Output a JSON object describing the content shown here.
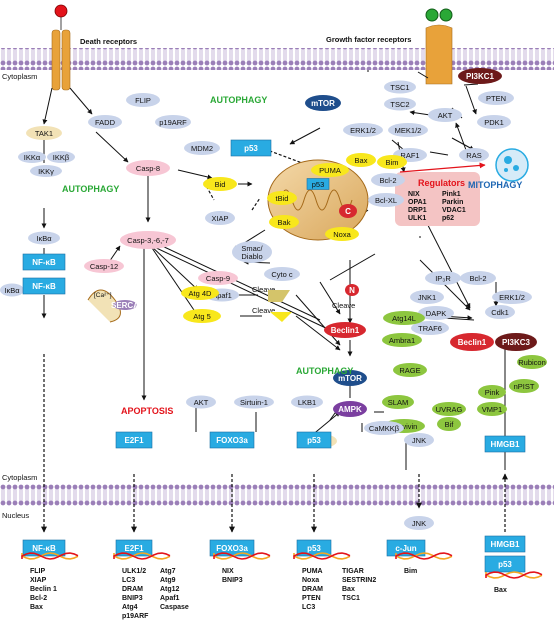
{
  "labels": {
    "death_receptors": "Death receptors",
    "growth_factor_receptors": "Growth factor receptors",
    "cytoplasm": "Cytoplasm",
    "nucleus": "Nucleus",
    "autophagy": "AUTOPHAGY",
    "apoptosis": "APOPTOSIS",
    "mitophagy": "MITOPHAGY",
    "regulators": "Regulators",
    "cleave": "Cleave",
    "ca": "[Ca²⁺]"
  },
  "nodes": {
    "flip": "FLIP",
    "fadd": "FADD",
    "tak1": "TAK1",
    "ikka": "IKKα",
    "ikkb": "IKKβ",
    "ikkg": "IKKγ",
    "ikba": "IκBα",
    "ikba2": "IκBα",
    "nfkb": "NF-κB",
    "nfkb2": "NF-κB",
    "nfkb3": "NF-κB",
    "casp12": "Casp-12",
    "casp8": "Casp-8",
    "bid": "Bid",
    "casp367": "Casp-3,-6,-7",
    "xiap": "XIAP",
    "casp9": "Casp-9",
    "apaf1": "Apaf1",
    "smac": "Smac/\nDiablo",
    "cytoc": "Cyto c",
    "p19arf": "p19ARF",
    "mdm2": "MDM2",
    "p53": "p53",
    "p53m": "p53",
    "mtor": "mTOR",
    "mtor2": "mTOR",
    "tsc1": "TSC1",
    "tsc2": "TSC2",
    "akt": "AKT",
    "pten": "PTEN",
    "pi3kc1": "PI3KC1",
    "pdk1": "PDK1",
    "erk12": "ERK1/2",
    "mek12": "MEK1/2",
    "raf1": "RAF1",
    "ras": "RAS",
    "puma": "PUMA",
    "bax": "Bax",
    "bim": "Bim",
    "bcl2": "Bcl-2",
    "bclxl": "Bcl-XL",
    "tbid": "tBid",
    "bak": "Bak",
    "noxa": "Noxa",
    "c": "C",
    "n": "N",
    "ip3r": "IP₃R",
    "bcl2b": "Bcl-2",
    "jnk1": "JNK1",
    "dapk": "DAPK",
    "traf6": "TRAF6",
    "erk12b": "ERK1/2",
    "cdk1": "Cdk1",
    "beclin1": "Beclin1",
    "beclin1b": "Beclin1",
    "pi3kc3": "PI3KC3",
    "atg14l": "Atg14L",
    "ambra1": "Ambra1",
    "rage": "RAGE",
    "slam": "SLAM",
    "survivin": "Survivin",
    "uvrag": "UVRAG",
    "bif": "Bif",
    "pink": "Pink",
    "vmp1": "VMP1",
    "npist": "nPIST",
    "rubicon": "Rubicon",
    "atg4d": "Atg 4D",
    "atg5": "Atg 5",
    "akt2": "AKT",
    "sirtuin": "Sirtuin-1",
    "foxo3a": "FOXO3a",
    "foxo3a2": "FOXO3a",
    "lkb1": "LKB1",
    "ampk": "AMPK",
    "tak1b": "TAK1",
    "camkkb": "CaMKKβ",
    "hmgb1": "HMGB1",
    "hmgb1b": "HMGB1",
    "p53c": "p53",
    "p53d": "p53",
    "p53e": "p53",
    "e2f1": "E2F1",
    "e2f1b": "E2F1",
    "jnk": "JNK",
    "jnk2": "JNK",
    "cjun": "c-Jun",
    "serca": "SERCA",
    "ip3r2": "IP₃R"
  },
  "regulator_genes": [
    "NIX",
    "Pink1",
    "OPA1",
    "Parkin",
    "DRP1",
    "VDAC1",
    "ULK1",
    "p62"
  ],
  "gene_lists": {
    "nfkb": [
      "FLIP",
      "XIAP",
      "Beclin 1",
      "Bcl-2",
      "Bax"
    ],
    "e2f1": [
      "ULK1/2",
      "LC3",
      "DRAM",
      "BNIP3",
      "Atg4",
      "p19ARF",
      "Atg7",
      "Atg9",
      "Atg12",
      "Apaf1",
      "Caspase"
    ],
    "foxo3a": [
      "NIX",
      "BNIP3"
    ],
    "p53": [
      "PUMA",
      "Noxa",
      "DRAM",
      "PTEN",
      "LC3",
      "TIGAR",
      "SESTRIN2",
      "Bax",
      "TSC1"
    ],
    "cjun": [
      "Bim"
    ],
    "hmgb1": [
      "Bax"
    ]
  },
  "colors": {
    "membrane": "#9b7fb8",
    "node_blue": "#c8d3ea",
    "box_cyan": "#29abe2",
    "green_label": "#2aa836",
    "red_label": "#e3131b",
    "casp_pink": "#f7c6d4",
    "yellow": "#f8e71c",
    "green_node": "#8dc63f",
    "beclin_red": "#d7282f",
    "dark_red": "#6d1a1a",
    "tan": "#f2e2b6"
  }
}
